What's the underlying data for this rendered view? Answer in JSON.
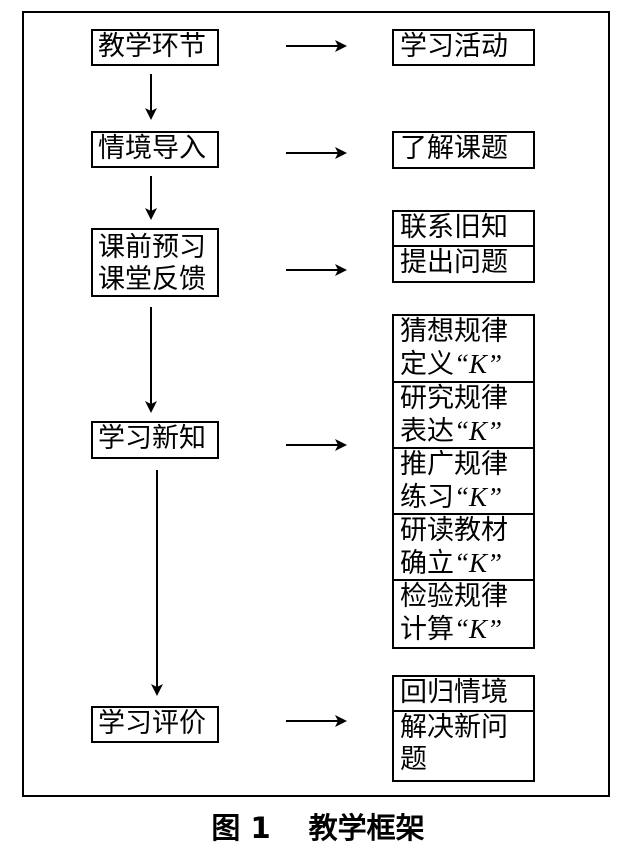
{
  "left_stages": [
    {
      "line1": "教学环节",
      "line2": ""
    },
    {
      "line1": "情境导入",
      "line2": ""
    },
    {
      "line1": "课前预习",
      "line2": "课堂反馈"
    },
    {
      "line1": "学习新知",
      "line2": ""
    },
    {
      "line1": "学习评价",
      "line2": ""
    }
  ],
  "right_header": "学习活动",
  "activities": {
    "intro": "了解课题",
    "feedback": [
      "联系旧知",
      "提出问题"
    ],
    "new_knowledge": [
      {
        "line1": "猜想规律",
        "line2_prefix": "定义",
        "k": "“K”"
      },
      {
        "line1": "研究规律",
        "line2_prefix": "表达",
        "k": "“K”"
      },
      {
        "line1": "推广规律",
        "line2_prefix": "练习",
        "k": "“K”"
      },
      {
        "line1": "研读教材",
        "line2_prefix": "确立",
        "k": "“K”"
      },
      {
        "line1": "检验规律",
        "line2_prefix": "计算",
        "k": "“K”"
      }
    ],
    "evaluation": [
      "回归情境",
      "解决新问",
      "题"
    ]
  },
  "caption": {
    "figure_no": "图 1",
    "title": "教学框架"
  }
}
